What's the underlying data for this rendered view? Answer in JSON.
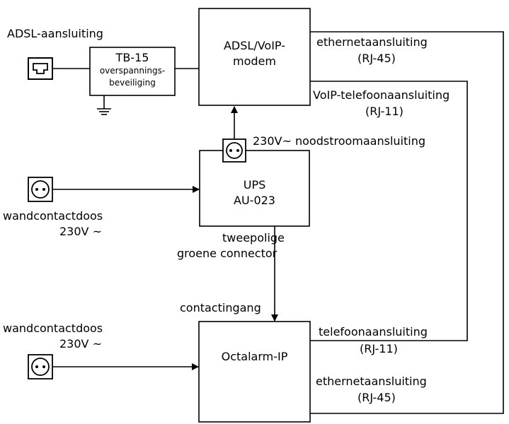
{
  "diagram": {
    "adsl_jack_label": "ADSL-aansluiting",
    "tb15": {
      "title": "TB-15",
      "line1": "overspannings-",
      "line2": "beveiliging"
    },
    "modem": {
      "line1": "ADSL/VoIP-",
      "line2": "modem"
    },
    "modem_ethernet": {
      "line1": "ethernetaansluiting",
      "line2": "(RJ-45)"
    },
    "modem_voip": {
      "line1": "VoIP-telefoonaansluiting",
      "line2": "(RJ-11)"
    },
    "ups_outlet_label": "230V~ noodstroomaansluiting",
    "ups": {
      "line1": "UPS",
      "line2": "AU-023"
    },
    "wall_socket_1": {
      "line1": "wandcontactdoos",
      "line2": "230V ~"
    },
    "ups_connector": {
      "line1": "tweepolige",
      "line2": "groene connector"
    },
    "contact_input_label": "contactingang",
    "wall_socket_2": {
      "line1": "wandcontactdoos",
      "line2": "230V ~"
    },
    "octalarm": {
      "title": "Octalarm-IP"
    },
    "octalarm_phone": {
      "line1": "telefoonaansluiting",
      "line2": "(RJ-11)"
    },
    "octalarm_ethernet": {
      "line1": "ethernetaansluiting",
      "line2": "(RJ-45)"
    }
  }
}
